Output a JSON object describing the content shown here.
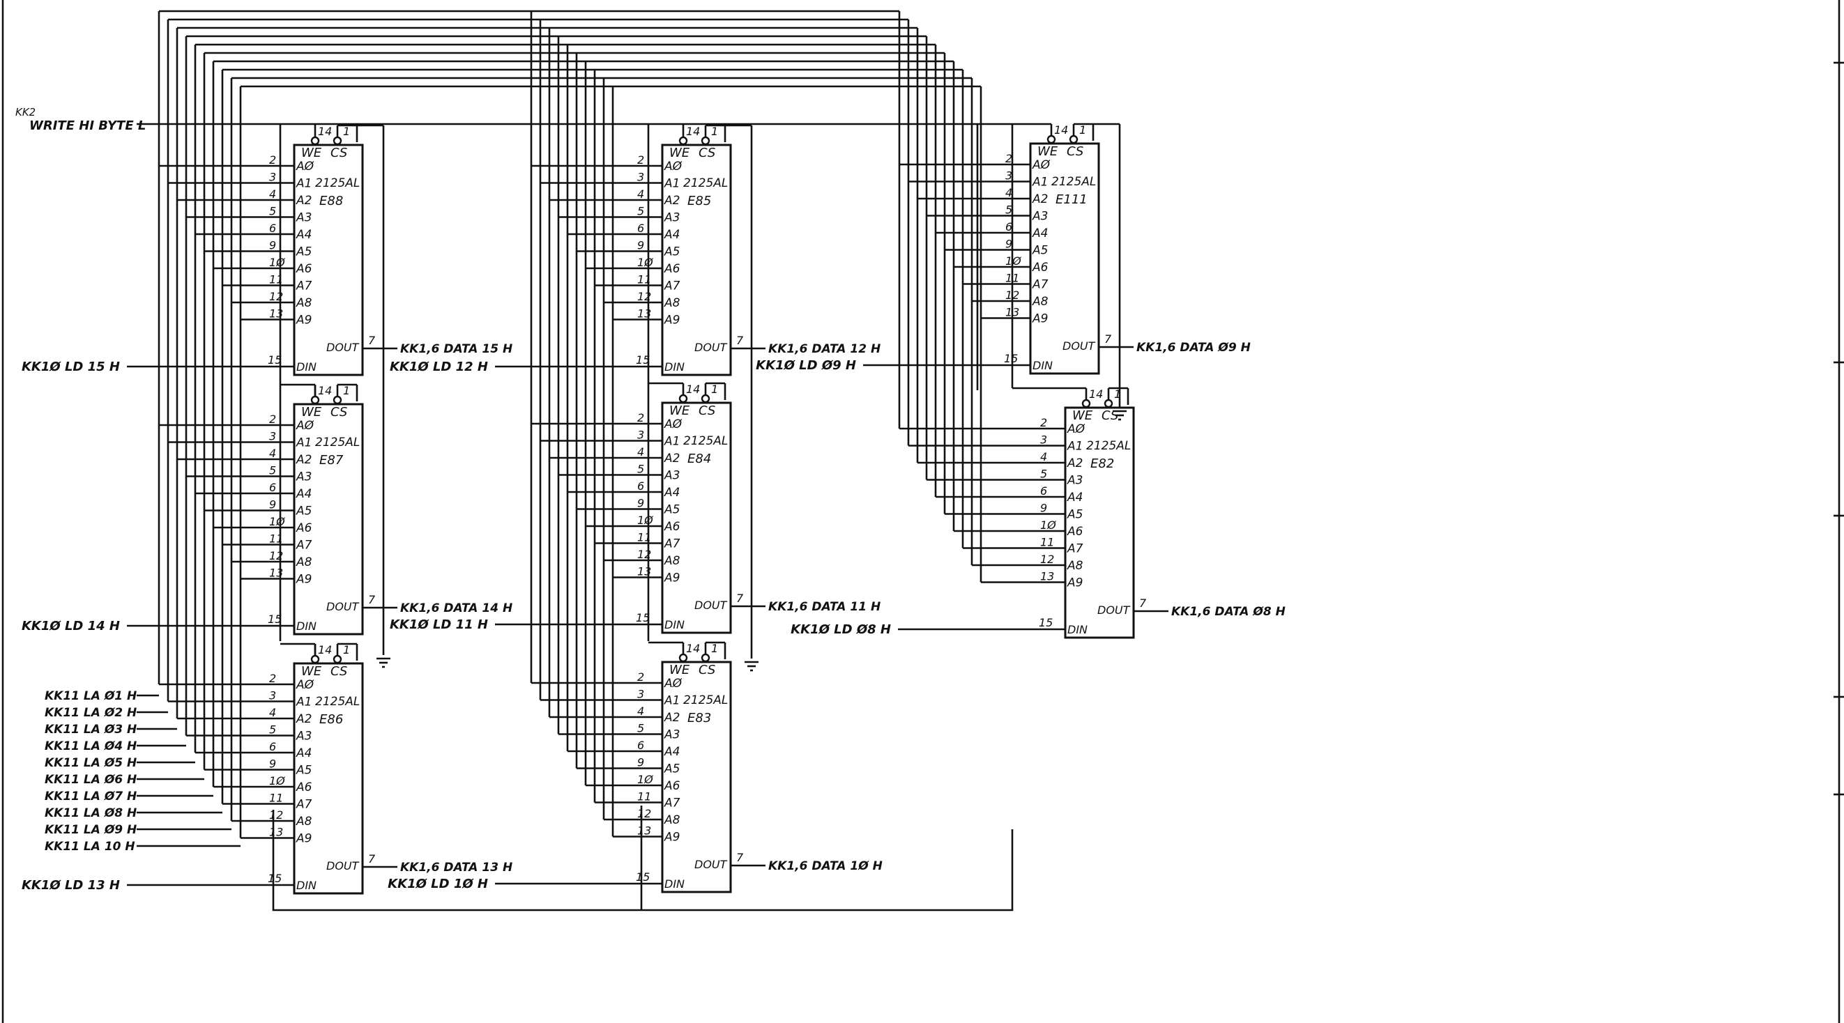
{
  "sheet": {
    "ref_note": "KK2",
    "write_signal": "WRITE HI BYTE L",
    "ground_symbol": "ground-icon"
  },
  "address_inputs": [
    "KK11 LA Ø1 H",
    "KK11 LA Ø2 H",
    "KK11 LA Ø3 H",
    "KK11 LA Ø4 H",
    "KK11 LA Ø5 H",
    "KK11 LA Ø6 H",
    "KK11 LA Ø7 H",
    "KK11 LA Ø8 H",
    "KK11 LA Ø9 H",
    "KK11 LA 10 H"
  ],
  "pin_labels": {
    "we": "WE",
    "cs": "CS",
    "we_pin": "14",
    "cs_pin": "1",
    "dout": "DOUT",
    "dout_pin": "7",
    "din": "DIN",
    "din_pin": "15",
    "address_names": [
      "AØ",
      "A1",
      "A2",
      "A3",
      "A4",
      "A5",
      "A6",
      "A7",
      "A8",
      "A9"
    ],
    "address_pins": [
      "2",
      "3",
      "4",
      "5",
      "6",
      "9",
      "1Ø",
      "11",
      "12",
      "13"
    ]
  },
  "chips": [
    {
      "id": "E88",
      "part": "2125AL",
      "din": "KK1Ø LD 15 H",
      "dout": "KK1,6 DATA 15 H"
    },
    {
      "id": "E87",
      "part": "2125AL",
      "din": "KK1Ø LD 14 H",
      "dout": "KK1,6 DATA 14 H"
    },
    {
      "id": "E86",
      "part": "2125AL",
      "din": "KK1Ø LD 13 H",
      "dout": "KK1,6 DATA 13 H"
    },
    {
      "id": "E85",
      "part": "2125AL",
      "din": "KK1Ø LD 12 H",
      "dout": "KK1,6 DATA 12 H"
    },
    {
      "id": "E84",
      "part": "2125AL",
      "din": "KK1Ø LD 11 H",
      "dout": "KK1,6 DATA 11 H"
    },
    {
      "id": "E83",
      "part": "2125AL",
      "din": "KK1Ø LD 1Ø H",
      "dout": "KK1,6 DATA 1Ø H"
    },
    {
      "id": "E111",
      "part": "2125AL",
      "din": "KK1Ø LD Ø9 H",
      "dout": "KK1,6 DATA Ø9 H"
    },
    {
      "id": "E82",
      "part": "2125AL",
      "din": "KK1Ø LD Ø8 H",
      "dout": "KK1,6 DATA Ø8 H"
    }
  ]
}
